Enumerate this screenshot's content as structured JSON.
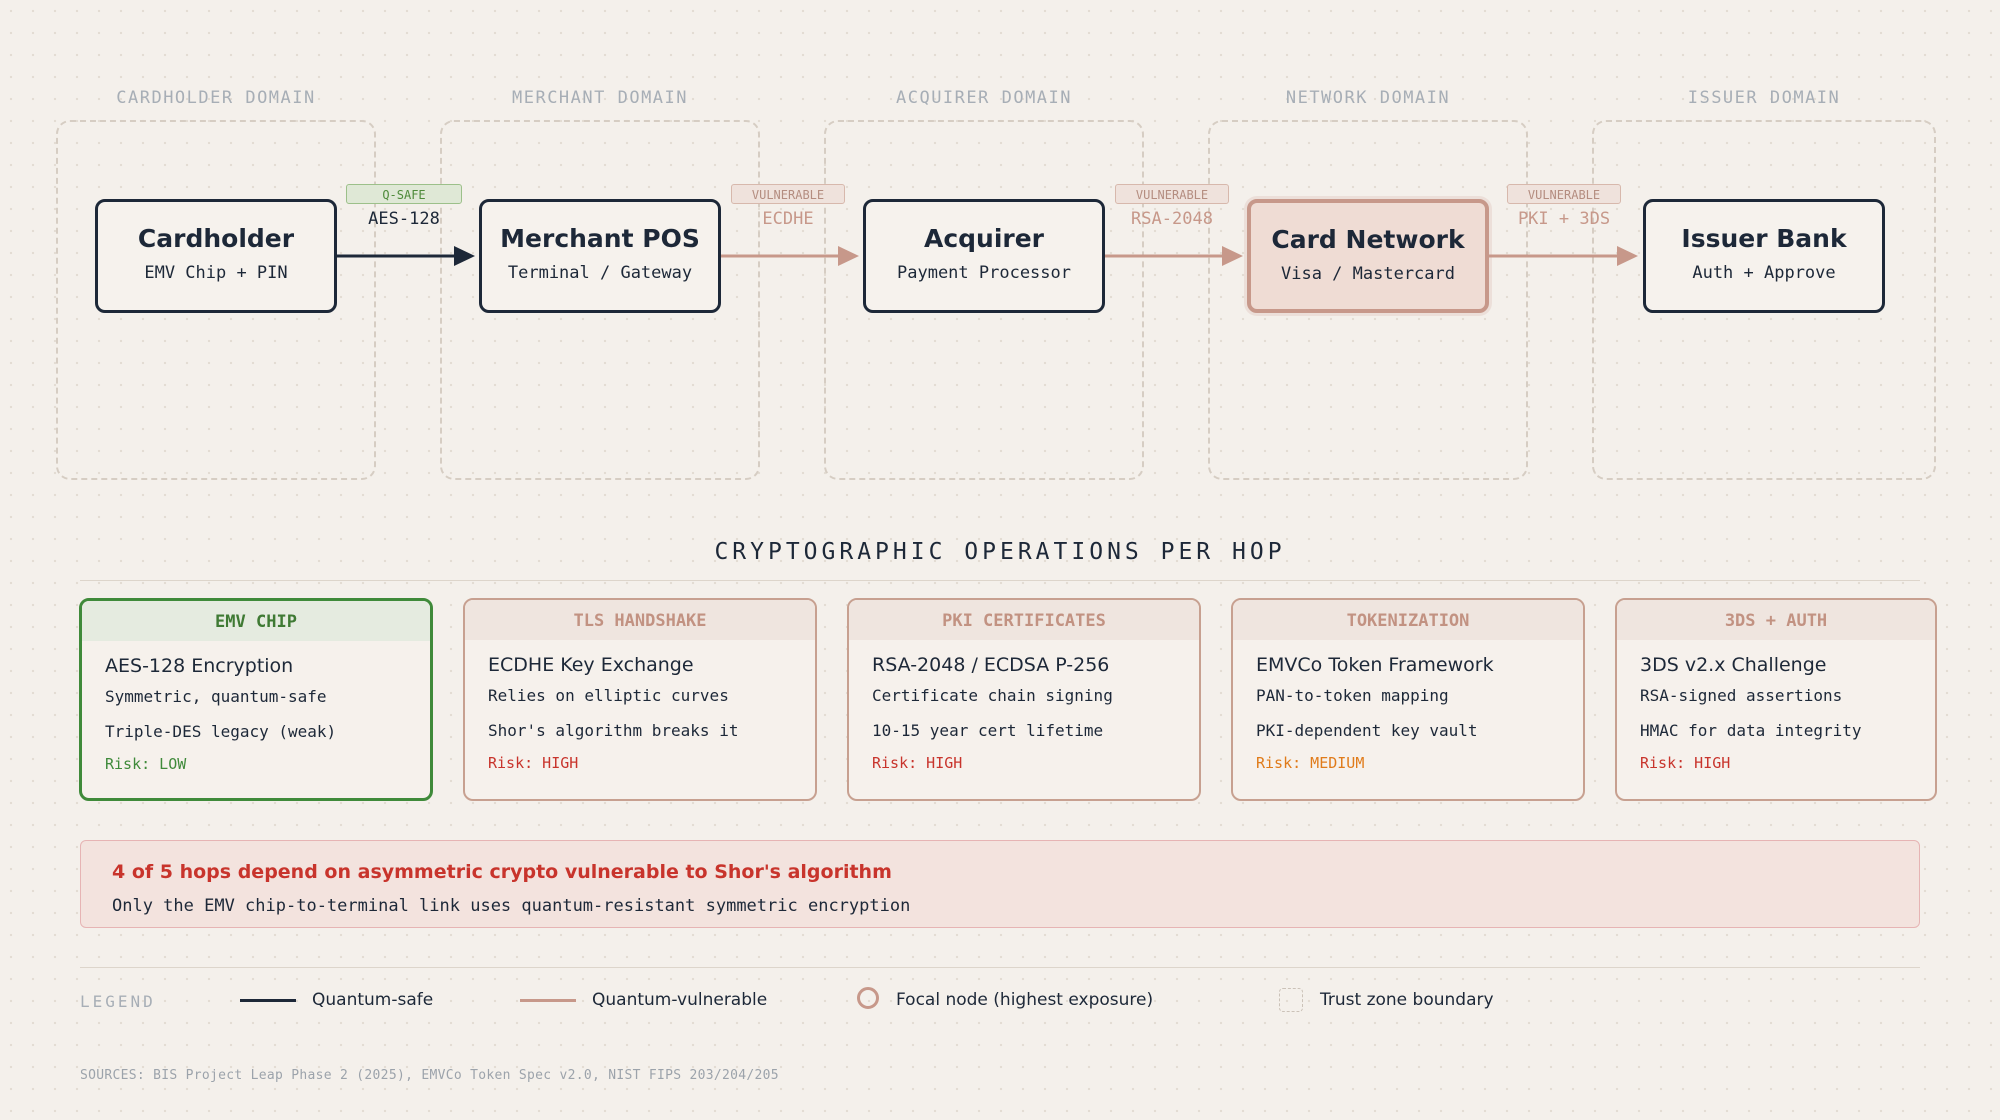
{
  "zones": [
    {
      "label": "CARDHOLDER DOMAIN"
    },
    {
      "label": "MERCHANT DOMAIN"
    },
    {
      "label": "ACQUIRER DOMAIN"
    },
    {
      "label": "NETWORK DOMAIN"
    },
    {
      "label": "ISSUER DOMAIN"
    }
  ],
  "nodes": [
    {
      "title": "Cardholder",
      "subtitle": "EMV Chip + PIN"
    },
    {
      "title": "Merchant POS",
      "subtitle": "Terminal / Gateway"
    },
    {
      "title": "Acquirer",
      "subtitle": "Payment Processor"
    },
    {
      "title": "Card Network",
      "subtitle": "Visa / Mastercard"
    },
    {
      "title": "Issuer Bank",
      "subtitle": "Auth + Approve"
    }
  ],
  "edges": [
    {
      "badge": "Q-SAFE",
      "protocol": "AES-128"
    },
    {
      "badge": "VULNERABLE",
      "protocol": "ECDHE"
    },
    {
      "badge": "VULNERABLE",
      "protocol": "RSA-2048"
    },
    {
      "badge": "VULNERABLE",
      "protocol": "PKI + 3DS"
    }
  ],
  "colors": {
    "safe": "#1d2838",
    "vulnerable": "#c7988a",
    "risk_low": "#3f8a3a",
    "risk_high": "#c8342c",
    "risk_medium": "#e07b1a"
  },
  "section_title": "CRYPTOGRAPHIC OPERATIONS PER HOP",
  "cards": [
    {
      "header": "EMV CHIP",
      "title": "AES-128 Encryption",
      "line1": "Symmetric, quantum-safe",
      "line2": "Triple-DES legacy (weak)",
      "risk": "Risk: LOW"
    },
    {
      "header": "TLS HANDSHAKE",
      "title": "ECDHE Key Exchange",
      "line1": "Relies on elliptic curves",
      "line2": "Shor's algorithm breaks it",
      "risk": "Risk: HIGH"
    },
    {
      "header": "PKI CERTIFICATES",
      "title": "RSA-2048 / ECDSA P-256",
      "line1": "Certificate chain signing",
      "line2": "10-15 year cert lifetime",
      "risk": "Risk: HIGH"
    },
    {
      "header": "TOKENIZATION",
      "title": "EMVCo Token Framework",
      "line1": "PAN-to-token mapping",
      "line2": "PKI-dependent key vault",
      "risk": "Risk: MEDIUM"
    },
    {
      "header": "3DS + AUTH",
      "title": "3DS v2.x Challenge",
      "line1": "RSA-signed assertions",
      "line2": "HMAC for data integrity",
      "risk": "Risk: HIGH"
    }
  ],
  "alert": {
    "title": "4 of 5 hops depend on asymmetric crypto vulnerable to Shor's algorithm",
    "subtitle": "Only the EMV chip-to-terminal link uses quantum-resistant symmetric encryption"
  },
  "legend": {
    "label": "LEGEND",
    "quantum_safe": "Quantum-safe",
    "quantum_vulnerable": "Quantum-vulnerable",
    "focal_node": "Focal node (highest exposure)",
    "trust_zone": "Trust zone boundary"
  },
  "sources": "SOURCES: BIS Project Leap Phase 2 (2025), EMVCo Token Spec v2.0, NIST FIPS 203/204/205"
}
